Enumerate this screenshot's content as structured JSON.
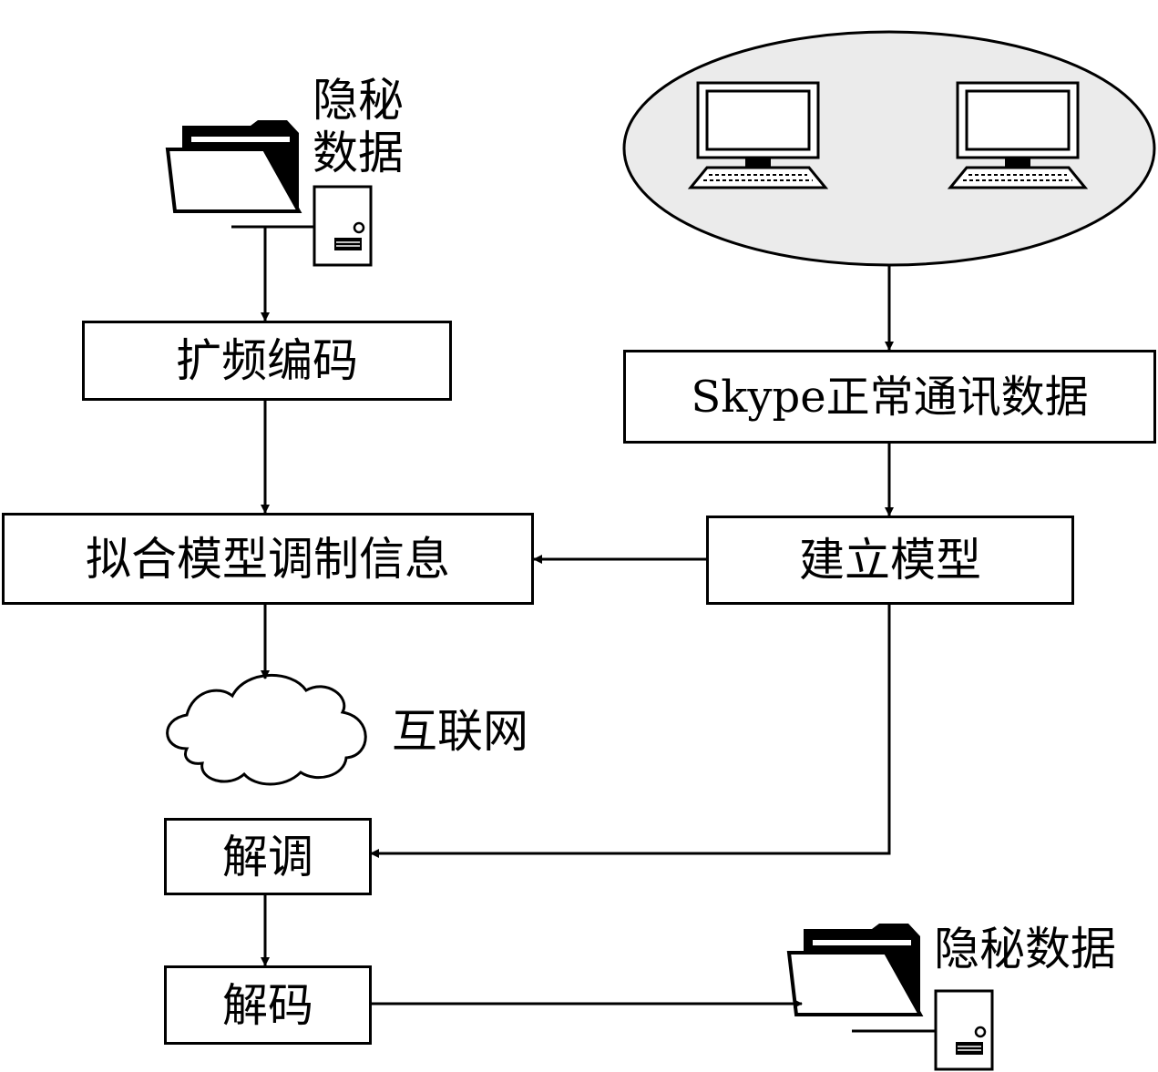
{
  "nodes": {
    "spread_coding": "扩频编码",
    "fit_model": "拟合模型调制信息",
    "skype_data": "Skype正常通讯数据",
    "build_model": "建立模型",
    "demodulate": "解调",
    "decode": "解码"
  },
  "labels": {
    "secret_data_top_line1": "隐秘",
    "secret_data_top_line2": "数据",
    "internet": "互联网",
    "secret_data_bottom": "隐秘数据"
  },
  "colors": {
    "stroke": "#000000",
    "background": "#ffffff",
    "ellipse_fill": "#ebebeb"
  },
  "icons": [
    "folder-icon",
    "server-icon",
    "computer-icon",
    "cloud-icon"
  ]
}
